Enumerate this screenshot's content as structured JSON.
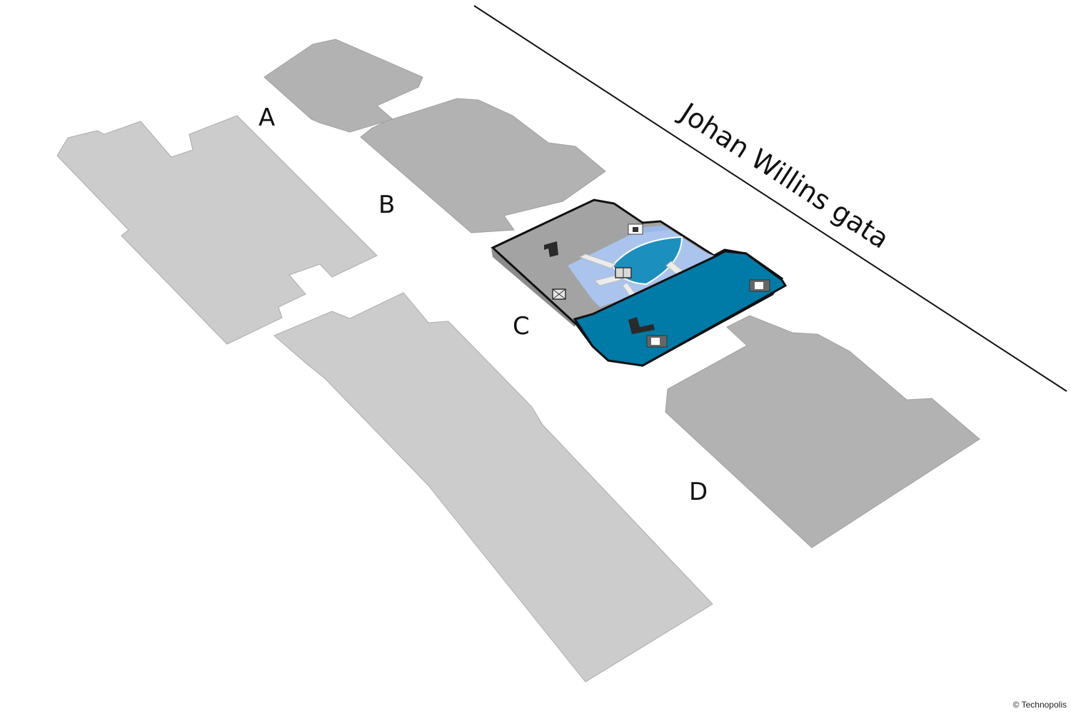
{
  "street": {
    "name": "Johan Willins gata"
  },
  "buildings": [
    {
      "id": "A",
      "label": "A"
    },
    {
      "id": "B",
      "label": "B"
    },
    {
      "id": "C",
      "label": "C"
    },
    {
      "id": "D",
      "label": "D"
    }
  ],
  "copyright": "© Technopolis",
  "colors": {
    "building_light": "#cccccc",
    "building_dark": "#b2b2b2",
    "highlight_floor": "#007aa6",
    "highlight_floor_side": "#0a5e80",
    "atrium_light": "#aac4ee",
    "atrium_shape": "#1b8fbe",
    "level_grey": "#9a9a9a",
    "outline": "#111111"
  },
  "icons": [
    "stairs-icon",
    "elevator-icon",
    "stairs-icon",
    "elevator-icon",
    "elevator-icon",
    "elevator-icon"
  ]
}
